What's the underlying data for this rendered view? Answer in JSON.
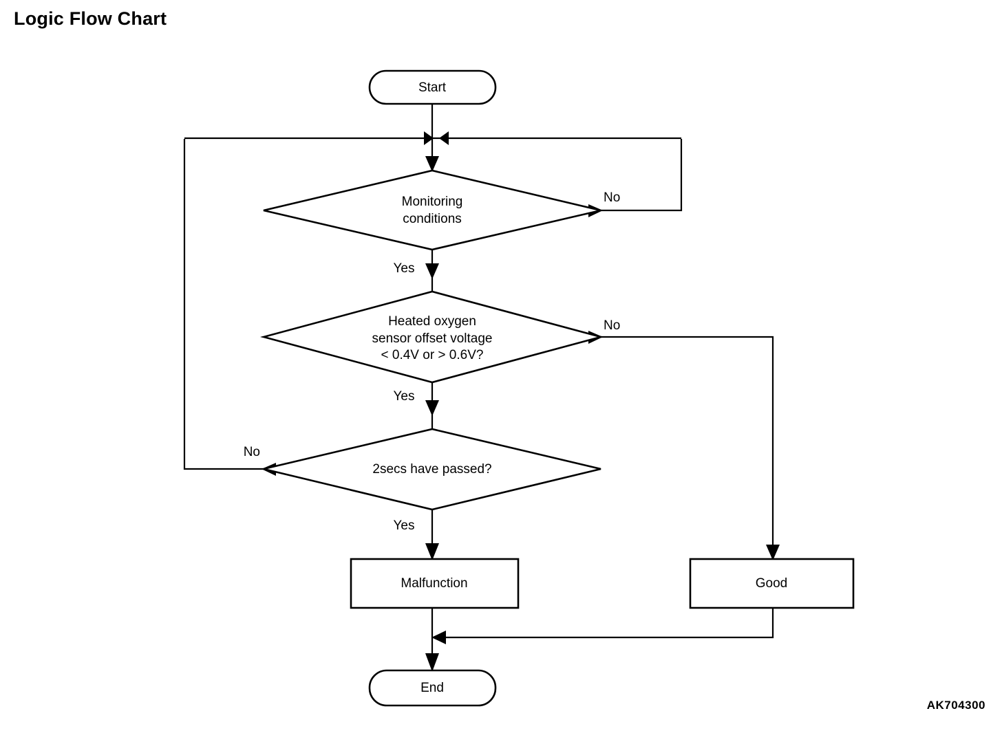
{
  "page": {
    "title": "Logic Flow Chart",
    "watermark": "AK704300",
    "background_color": "#ffffff",
    "line_color": "#000000"
  },
  "chart_data": {
    "type": "diagram",
    "diagram_type": "flowchart",
    "title": "Logic Flow Chart",
    "nodes": [
      {
        "id": "start",
        "shape": "stadium",
        "label": "Start"
      },
      {
        "id": "monitoring",
        "shape": "diamond",
        "label": "Monitoring\nconditions",
        "line1": "Monitoring",
        "line2": "conditions"
      },
      {
        "id": "voltage",
        "shape": "diamond",
        "label": "Heated oxygen sensor offset voltage < 0.4V or > 0.6V?",
        "line1": "Heated oxygen",
        "line2": "sensor offset voltage",
        "line3": "< 0.4V or > 0.6V?"
      },
      {
        "id": "timer",
        "shape": "diamond",
        "label": "2secs have passed?"
      },
      {
        "id": "malfunction",
        "shape": "rect",
        "label": "Malfunction"
      },
      {
        "id": "good",
        "shape": "rect",
        "label": "Good"
      },
      {
        "id": "end",
        "shape": "stadium",
        "label": "End"
      }
    ],
    "edges": [
      {
        "from": "start",
        "to": "monitoring",
        "label": ""
      },
      {
        "from": "monitoring",
        "to": "voltage",
        "label": "Yes"
      },
      {
        "from": "monitoring",
        "to": "monitoring",
        "label": "No"
      },
      {
        "from": "voltage",
        "to": "timer",
        "label": "Yes"
      },
      {
        "from": "voltage",
        "to": "good",
        "label": "No"
      },
      {
        "from": "timer",
        "to": "malfunction",
        "label": "Yes"
      },
      {
        "from": "timer",
        "to": "monitoring",
        "label": "No"
      },
      {
        "from": "malfunction",
        "to": "end",
        "label": ""
      },
      {
        "from": "good",
        "to": "end",
        "label": ""
      }
    ],
    "edge_labels": {
      "monitoring_yes": "Yes",
      "monitoring_no": "No",
      "voltage_yes": "Yes",
      "voltage_no": "No",
      "timer_yes": "Yes",
      "timer_no": "No"
    }
  },
  "nodes": {
    "start": {
      "label": "Start"
    },
    "monitoring": {
      "line1": "Monitoring",
      "line2": "conditions"
    },
    "voltage": {
      "line1": "Heated oxygen",
      "line2": "sensor offset voltage",
      "line3": "< 0.4V or > 0.6V?"
    },
    "timer": {
      "label": "2secs have passed?"
    },
    "malfunction": {
      "label": "Malfunction"
    },
    "good": {
      "label": "Good"
    },
    "end": {
      "label": "End"
    }
  },
  "labels": {
    "monitoring_no": "No",
    "monitoring_yes": "Yes",
    "voltage_no": "No",
    "voltage_yes": "Yes",
    "timer_no": "No",
    "timer_yes": "Yes"
  }
}
